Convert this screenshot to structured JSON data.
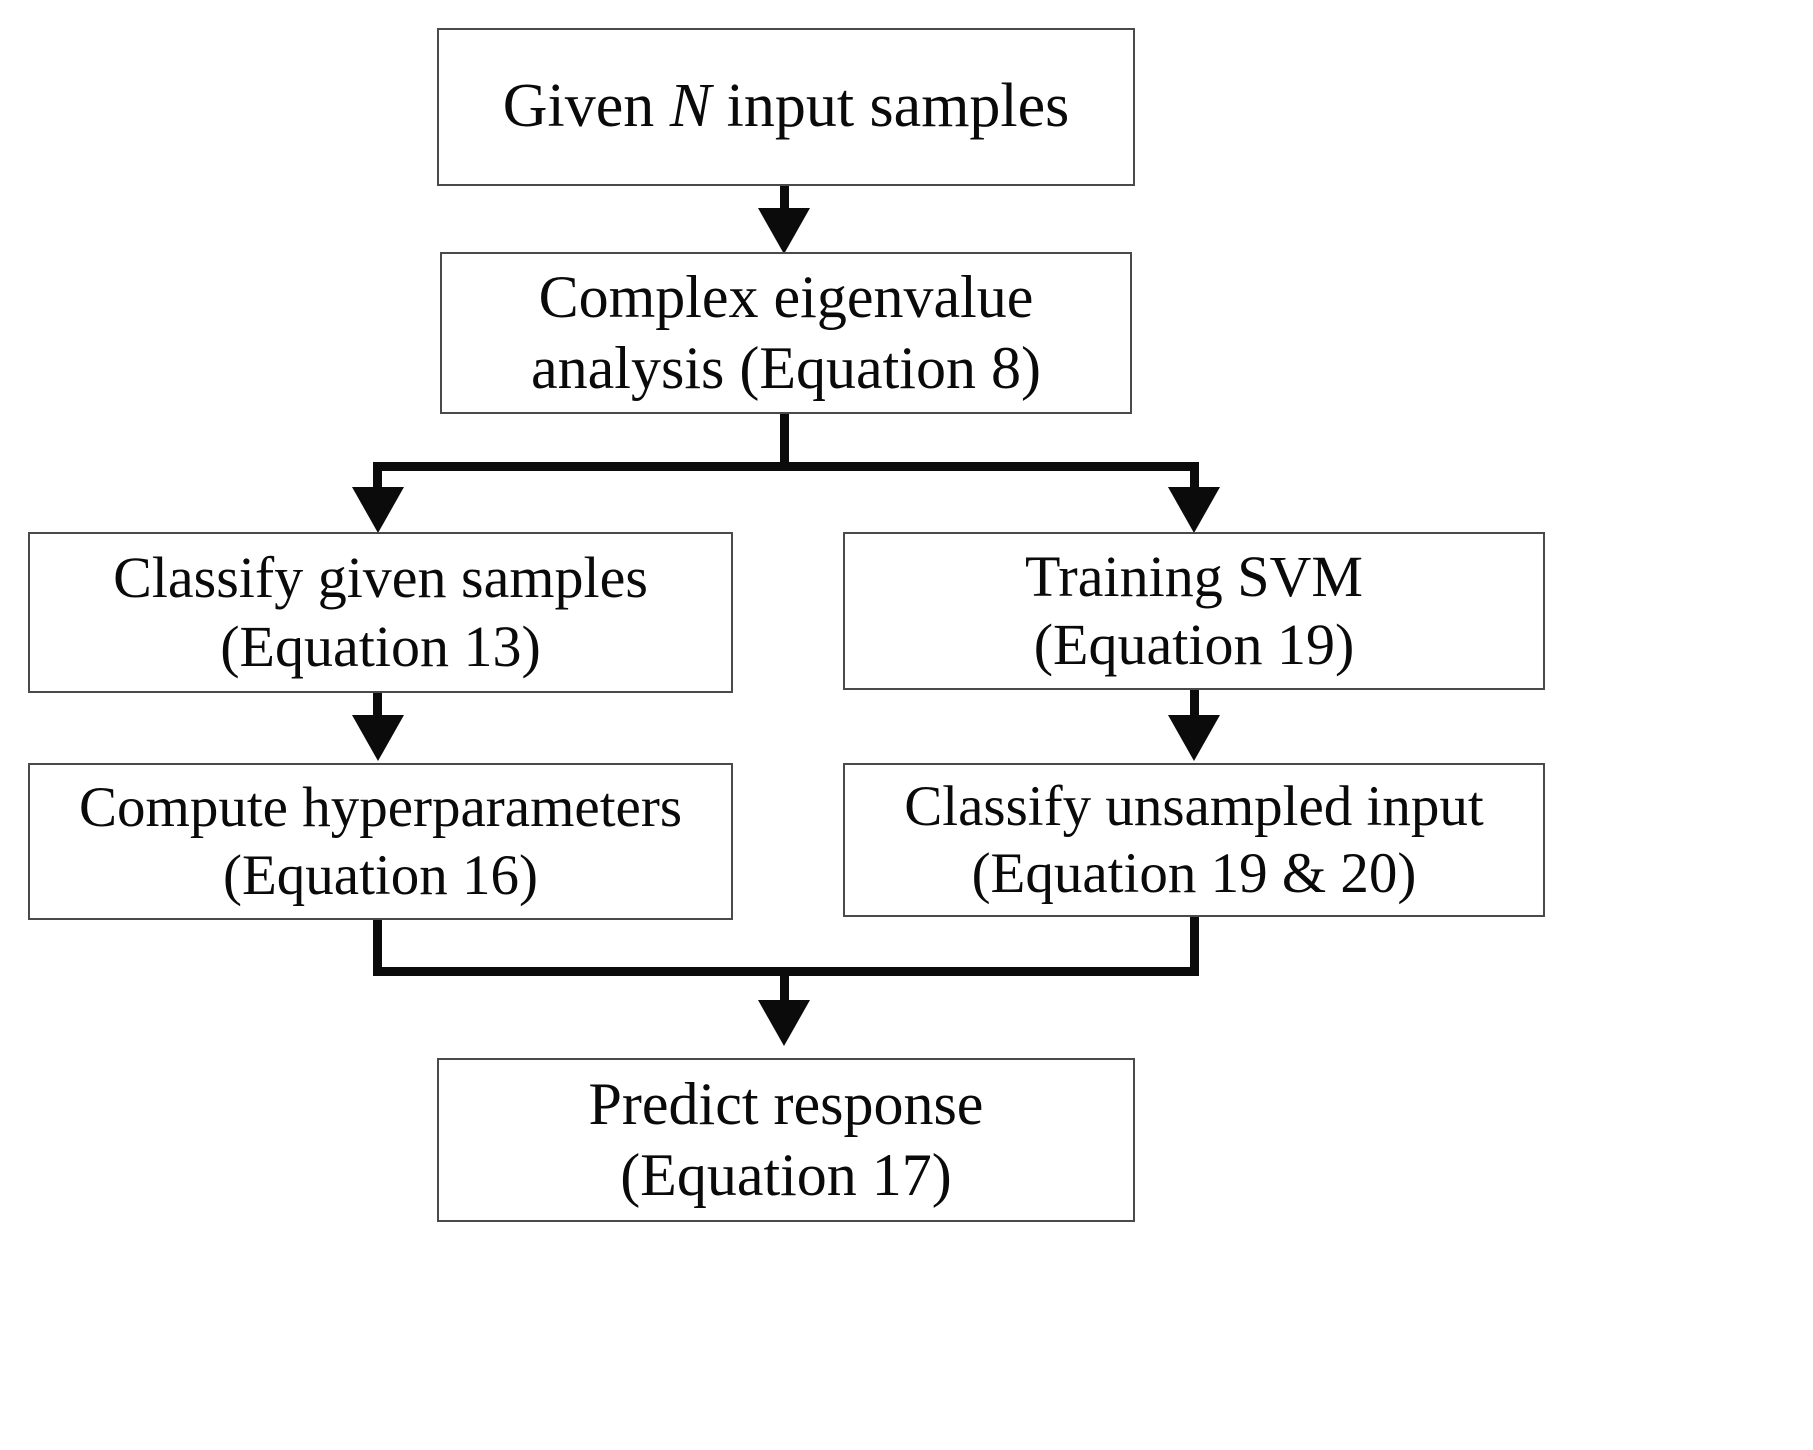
{
  "diagram": {
    "type": "flowchart",
    "title": "",
    "orientation": "top-to-bottom",
    "nodes": [
      {
        "id": "input",
        "name": "given-n-input-samples",
        "lines": [
          "Given N input samples"
        ],
        "line1": "Given ",
        "emphasis": "N",
        "line1_tail": " input samples"
      },
      {
        "id": "eigen",
        "name": "complex-eigenvalue-analysis",
        "line1": "Complex eigenvalue",
        "line2": "analysis (Equation 8)"
      },
      {
        "id": "classify",
        "name": "classify-given-samples",
        "line1": "Classify given samples",
        "line2": "(Equation 13)"
      },
      {
        "id": "training",
        "name": "training-svm",
        "line1": "Training SVM",
        "line2": "(Equation 19)"
      },
      {
        "id": "hyper",
        "name": "compute-hyperparameters",
        "line1": "Compute hyperparameters",
        "line2": "(Equation 16)"
      },
      {
        "id": "unsampled",
        "name": "classify-unsampled-input",
        "line1": "Classify unsampled input",
        "line2": "(Equation 19 & 20)"
      },
      {
        "id": "predict",
        "name": "predict-response",
        "line1": "Predict response",
        "line2": "(Equation 17)"
      }
    ],
    "edges": [
      {
        "from": "input",
        "to": "eigen",
        "label": ""
      },
      {
        "from": "eigen",
        "to": "classify",
        "label": ""
      },
      {
        "from": "eigen",
        "to": "training",
        "label": ""
      },
      {
        "from": "classify",
        "to": "hyper",
        "label": ""
      },
      {
        "from": "training",
        "to": "unsampled",
        "label": ""
      },
      {
        "from": "hyper",
        "to": "predict",
        "label": ""
      },
      {
        "from": "unsampled",
        "to": "predict",
        "label": ""
      }
    ],
    "colors": {
      "box_border": "#4a4a4a",
      "box_fill": "#ffffff",
      "connector": "#0b0b0b",
      "text": "#0a0a0a",
      "background": "#ffffff"
    }
  }
}
